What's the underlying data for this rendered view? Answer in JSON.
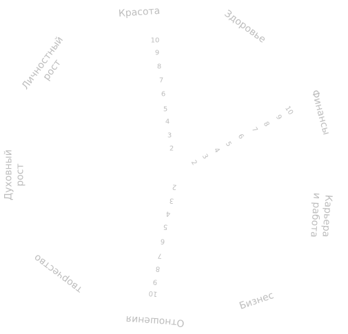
{
  "categories": [
    {
      "lines": [
        "Красота"
      ]
    },
    {
      "lines": [
        "Здоровье"
      ]
    },
    {
      "lines": [
        "Финансы"
      ]
    },
    {
      "lines": [
        "Карьера",
        "и работа"
      ]
    },
    {
      "lines": [
        "Бизнес"
      ]
    },
    {
      "lines": [
        "Отношения"
      ]
    },
    {
      "lines": [
        "творчество"
      ]
    },
    {
      "lines": [
        "Духовный",
        "рост"
      ]
    },
    {
      "lines": [
        "Личностный",
        "рост"
      ]
    }
  ],
  "scales": [
    {
      "axis": "Красота",
      "labels": [
        "10",
        "9",
        "8",
        "7",
        "6",
        "5",
        "4",
        "3",
        "2"
      ]
    },
    {
      "axis": "Финансы",
      "labels": [
        "10",
        "9",
        "8",
        "7",
        "6",
        "5",
        "4",
        "3",
        "2"
      ]
    },
    {
      "axis": "Отношения",
      "labels": [
        "10",
        "9",
        "8",
        "7",
        "6",
        "5",
        "4",
        "3",
        "2"
      ]
    }
  ],
  "colors": {
    "text": "#bdbdbd",
    "background": "#ffffff"
  }
}
